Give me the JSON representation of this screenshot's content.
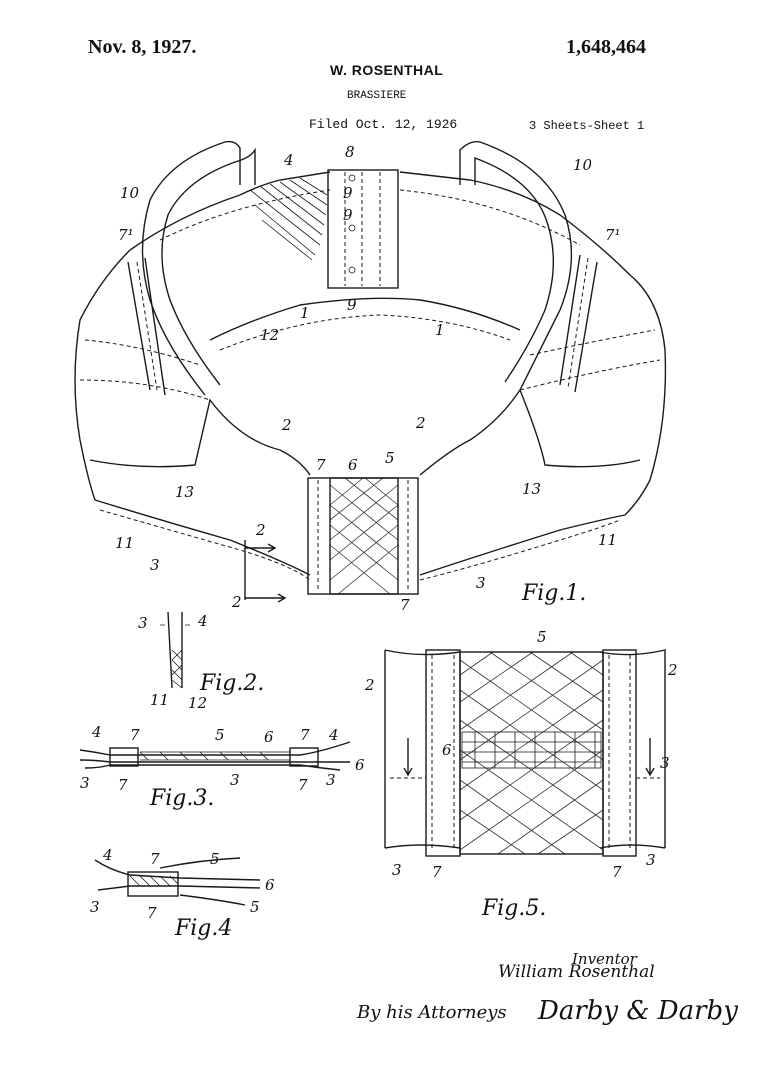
{
  "header": {
    "date": "Nov. 8, 1927.",
    "patent_number": "1,648,464",
    "inventor": "W. ROSENTHAL",
    "title": "BRASSIERE",
    "filed": "Filed Oct. 12, 1926",
    "sheets": "3 Sheets-Sheet 1"
  },
  "figures": {
    "fig1": "Fig.1.",
    "fig2": "Fig.2.",
    "fig3": "Fig.3.",
    "fig4": "Fig.4",
    "fig5": "Fig.5."
  },
  "reference_labels": {
    "fig1": [
      "4",
      "8",
      "9",
      "9",
      "9",
      "10",
      "10",
      "7¹",
      "7¹",
      "1",
      "1",
      "12",
      "2",
      "2",
      "13",
      "13",
      "6",
      "5",
      "7",
      "7",
      "11",
      "11",
      "3",
      "3",
      "2",
      "2"
    ],
    "fig2": [
      "3",
      "4",
      "11",
      "12"
    ],
    "fig3": [
      "4",
      "7",
      "5",
      "6",
      "7",
      "4",
      "6",
      "3",
      "7",
      "3",
      "7",
      "3"
    ],
    "fig4": [
      "4",
      "7",
      "5",
      "6",
      "3",
      "7",
      "5"
    ],
    "fig5": [
      "5",
      "2",
      "2",
      "6",
      "3",
      "3",
      "7",
      "7",
      "3"
    ]
  },
  "signature": {
    "inventor_label": "Inventor",
    "inventor_name": "William Rosenthal",
    "by_attorneys": "By his Attorneys",
    "attorneys": "Darby & Darby"
  }
}
